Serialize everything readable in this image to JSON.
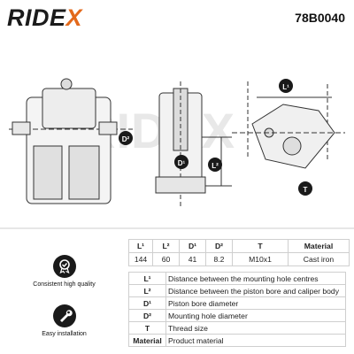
{
  "header": {
    "brand_main": "RIDE",
    "brand_x": "X",
    "part_number": "78B0040"
  },
  "watermark": "RIDEX",
  "diagram_labels": {
    "L1": "L¹",
    "L2": "L²",
    "D1": "D¹",
    "D2": "D²",
    "T": "T"
  },
  "badges": [
    {
      "label": "Consistent high quality",
      "icon": "quality-medal-icon"
    },
    {
      "label": "Easy installation",
      "icon": "wrench-icon"
    }
  ],
  "spec_table": {
    "headers": [
      "L¹",
      "L²",
      "D¹",
      "D²",
      "T",
      "Material"
    ],
    "values": [
      "144",
      "60",
      "41",
      "8.2",
      "M10x1",
      "Cast iron"
    ]
  },
  "legend": [
    {
      "key": "L¹",
      "desc": "Distance between the mounting hole centres"
    },
    {
      "key": "L²",
      "desc": "Distance between the piston bore and caliper body"
    },
    {
      "key": "D¹",
      "desc": "Piston bore diameter"
    },
    {
      "key": "D²",
      "desc": "Mounting hole diameter"
    },
    {
      "key": "T",
      "desc": "Thread size"
    },
    {
      "key": "Material",
      "desc": "Product material"
    }
  ],
  "colors": {
    "accent": "#e3691b",
    "dark": "#1a1a1a"
  }
}
